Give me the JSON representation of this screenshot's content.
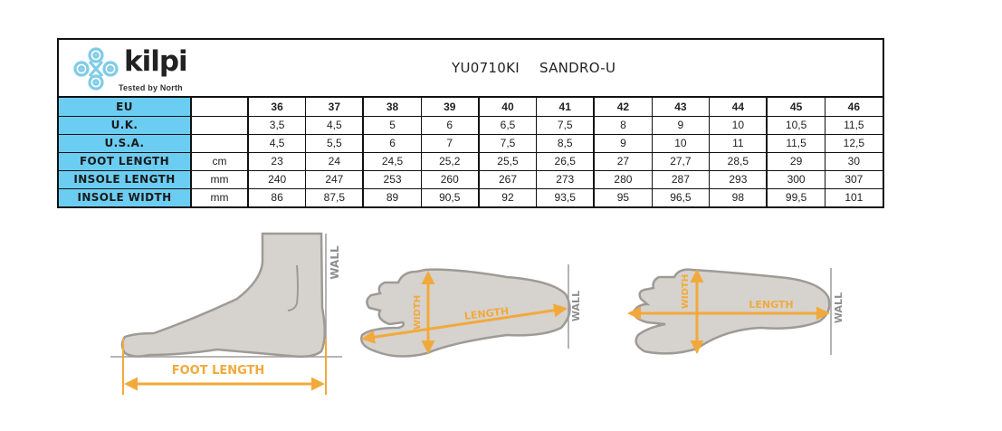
{
  "brand": {
    "name": "kilpi",
    "tagline": "Tested by North",
    "logo_color": "#7fcce8"
  },
  "product": {
    "code": "YU0710KI",
    "name": "SANDRO-U"
  },
  "colors": {
    "label_bg": "#6ccdf3",
    "arrow": "#f2a93b",
    "foot_fill": "#d6d2cd",
    "foot_stroke": "#9e9a96",
    "wall": "#9b9b9b"
  },
  "table": {
    "sizes": [
      "36",
      "37",
      "38",
      "39",
      "40",
      "41",
      "42",
      "43",
      "44",
      "45",
      "46"
    ],
    "rows": [
      {
        "label": "EU",
        "unit": "",
        "values": [
          "36",
          "37",
          "38",
          "39",
          "40",
          "41",
          "42",
          "43",
          "44",
          "45",
          "46"
        ]
      },
      {
        "label": "U.K.",
        "unit": "",
        "values": [
          "3,5",
          "4,5",
          "5",
          "6",
          "6,5",
          "7,5",
          "8",
          "9",
          "10",
          "10,5",
          "11,5"
        ]
      },
      {
        "label": "U.S.A.",
        "unit": "",
        "values": [
          "4,5",
          "5,5",
          "6",
          "7",
          "7,5",
          "8,5",
          "9",
          "10",
          "11",
          "11,5",
          "12,5"
        ]
      },
      {
        "label": "FOOT LENGTH",
        "unit": "cm",
        "values": [
          "23",
          "24",
          "24,5",
          "25,2",
          "25,5",
          "26,5",
          "27",
          "27,7",
          "28,5",
          "29",
          "30"
        ]
      },
      {
        "label": "INSOLE LENGTH",
        "unit": "mm",
        "values": [
          "240",
          "247",
          "253",
          "260",
          "267",
          "273",
          "280",
          "287",
          "293",
          "300",
          "307"
        ]
      },
      {
        "label": "INSOLE WIDTH",
        "unit": "mm",
        "values": [
          "86",
          "87,5",
          "89",
          "90,5",
          "92",
          "93,5",
          "95",
          "96,5",
          "98",
          "99,5",
          "101"
        ]
      }
    ]
  },
  "illustrations": {
    "side_view": {
      "wall_label": "WALL",
      "measure_label": "FOOT LENGTH"
    },
    "top_view_1": {
      "width_label": "WIDTH",
      "length_label": "LENGTH",
      "wall_label": "WALL"
    },
    "top_view_2": {
      "width_label": "WIDTH",
      "length_label": "LENGTH",
      "wall_label": "WALL"
    }
  }
}
